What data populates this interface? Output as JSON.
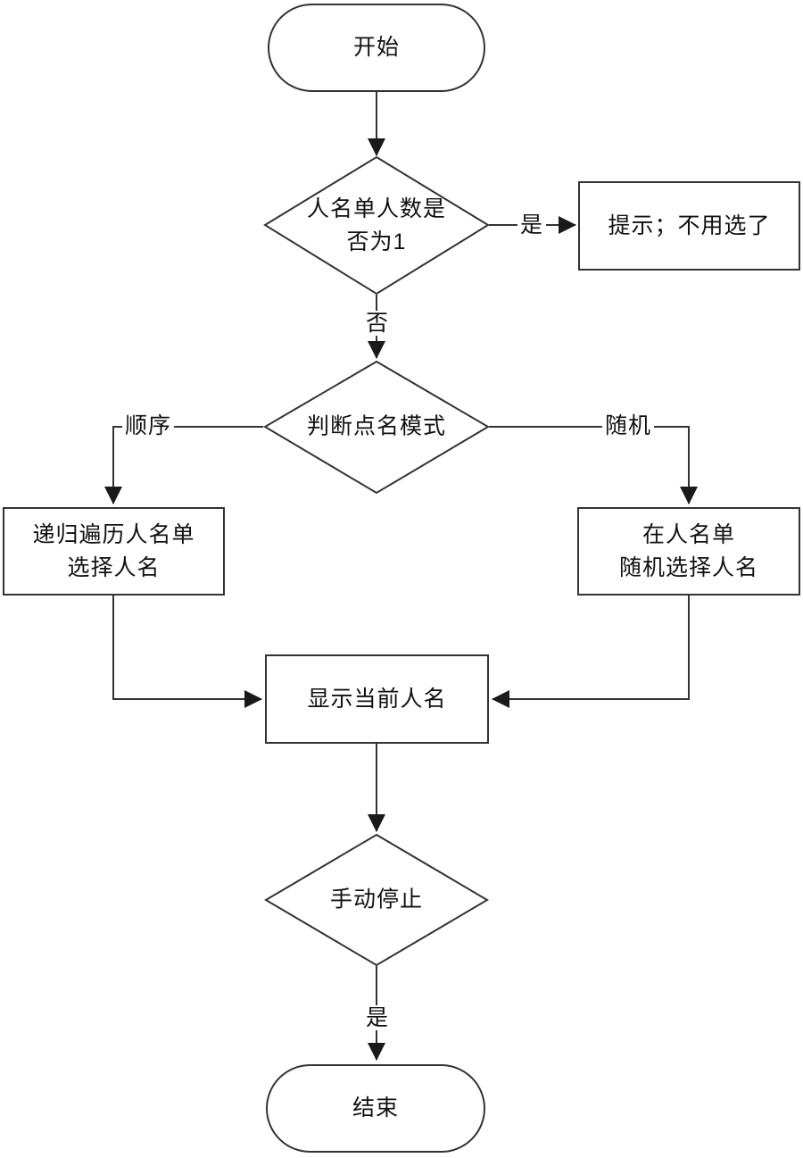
{
  "diagram": {
    "nodes": {
      "start": "开始",
      "count_check": "人名单人数是\n否为1",
      "prompt": "提示；不用选了",
      "mode_check": "判断点名模式",
      "sequential_pick": "递归遍历人名单\n选择人名",
      "random_pick": "在人名单\n随机选择人名",
      "display_name": "显示当前人名",
      "manual_stop": "手动停止",
      "end": "结束"
    },
    "edges": {
      "count_yes": "是",
      "count_no": "否",
      "mode_sequential": "顺序",
      "mode_random": "随机",
      "stop_yes": "是"
    },
    "colors": {
      "line": "#333333",
      "node_fill": "#ffffff",
      "text": "#111111"
    }
  }
}
